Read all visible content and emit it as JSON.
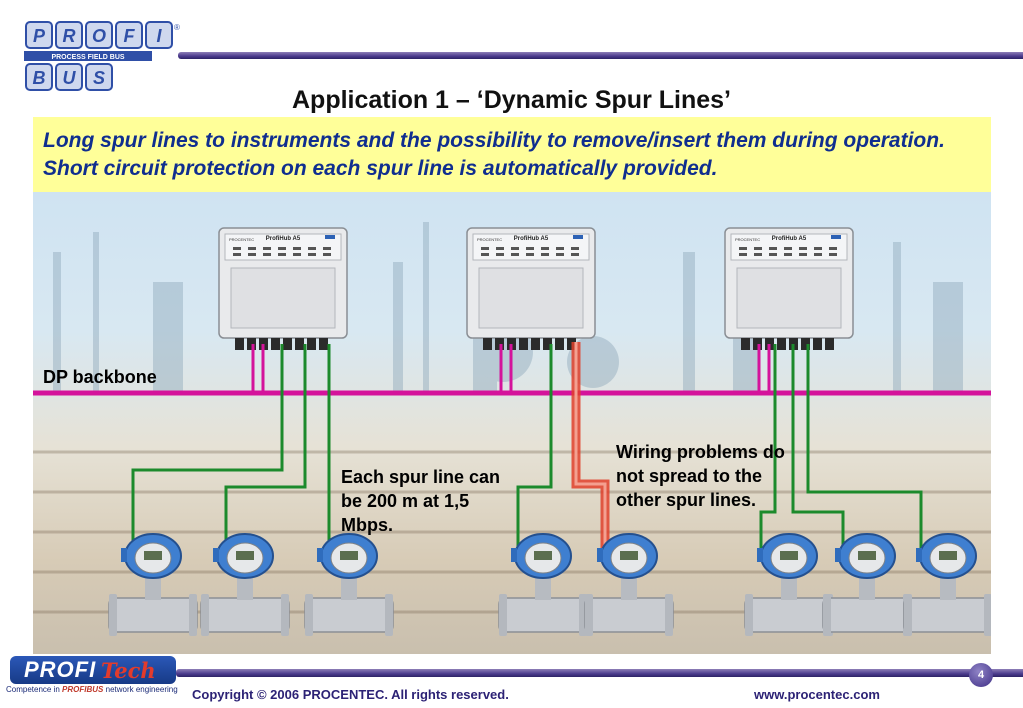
{
  "logo": {
    "top_letters": [
      "P",
      "R",
      "O",
      "F",
      "I"
    ],
    "band_text": "PROCESS FIELD BUS",
    "bottom_letters": [
      "B",
      "U",
      "S"
    ],
    "mark": "®"
  },
  "slide": {
    "title": "Application 1 – ‘Dynamic Spur Lines’",
    "callout": "Long spur lines to instruments and the possibility to remove/insert them during operation. Short circuit protection on each spur line is automatically provided."
  },
  "diagram": {
    "backbone_label": "DP backbone",
    "spur_note": "Each spur line can be 200 m at 1,5 Mbps.",
    "wiring_note": "Wiring problems do not spread to the other spur lines.",
    "hub_name": "ProfiHub A5",
    "hub_brand": "PROCENTEC",
    "colors": {
      "backbone": "#d4139b",
      "spur": "#1c8a2c",
      "fault": "#e0402a",
      "callout_bg": "#ffff99",
      "callout_text": "#102e8f",
      "accent": "#3b2b80"
    }
  },
  "footer": {
    "copyright": "Copyright © 2006 PROCENTEC. All rights reserved.",
    "url": "www.procentec.com",
    "page_number": "4",
    "brand_profi": "PROFI",
    "brand_tech": "Tech",
    "tagline_pre": "Competence in",
    "tagline_brand": "PROFIBUS",
    "tagline_post": "network engineering"
  }
}
